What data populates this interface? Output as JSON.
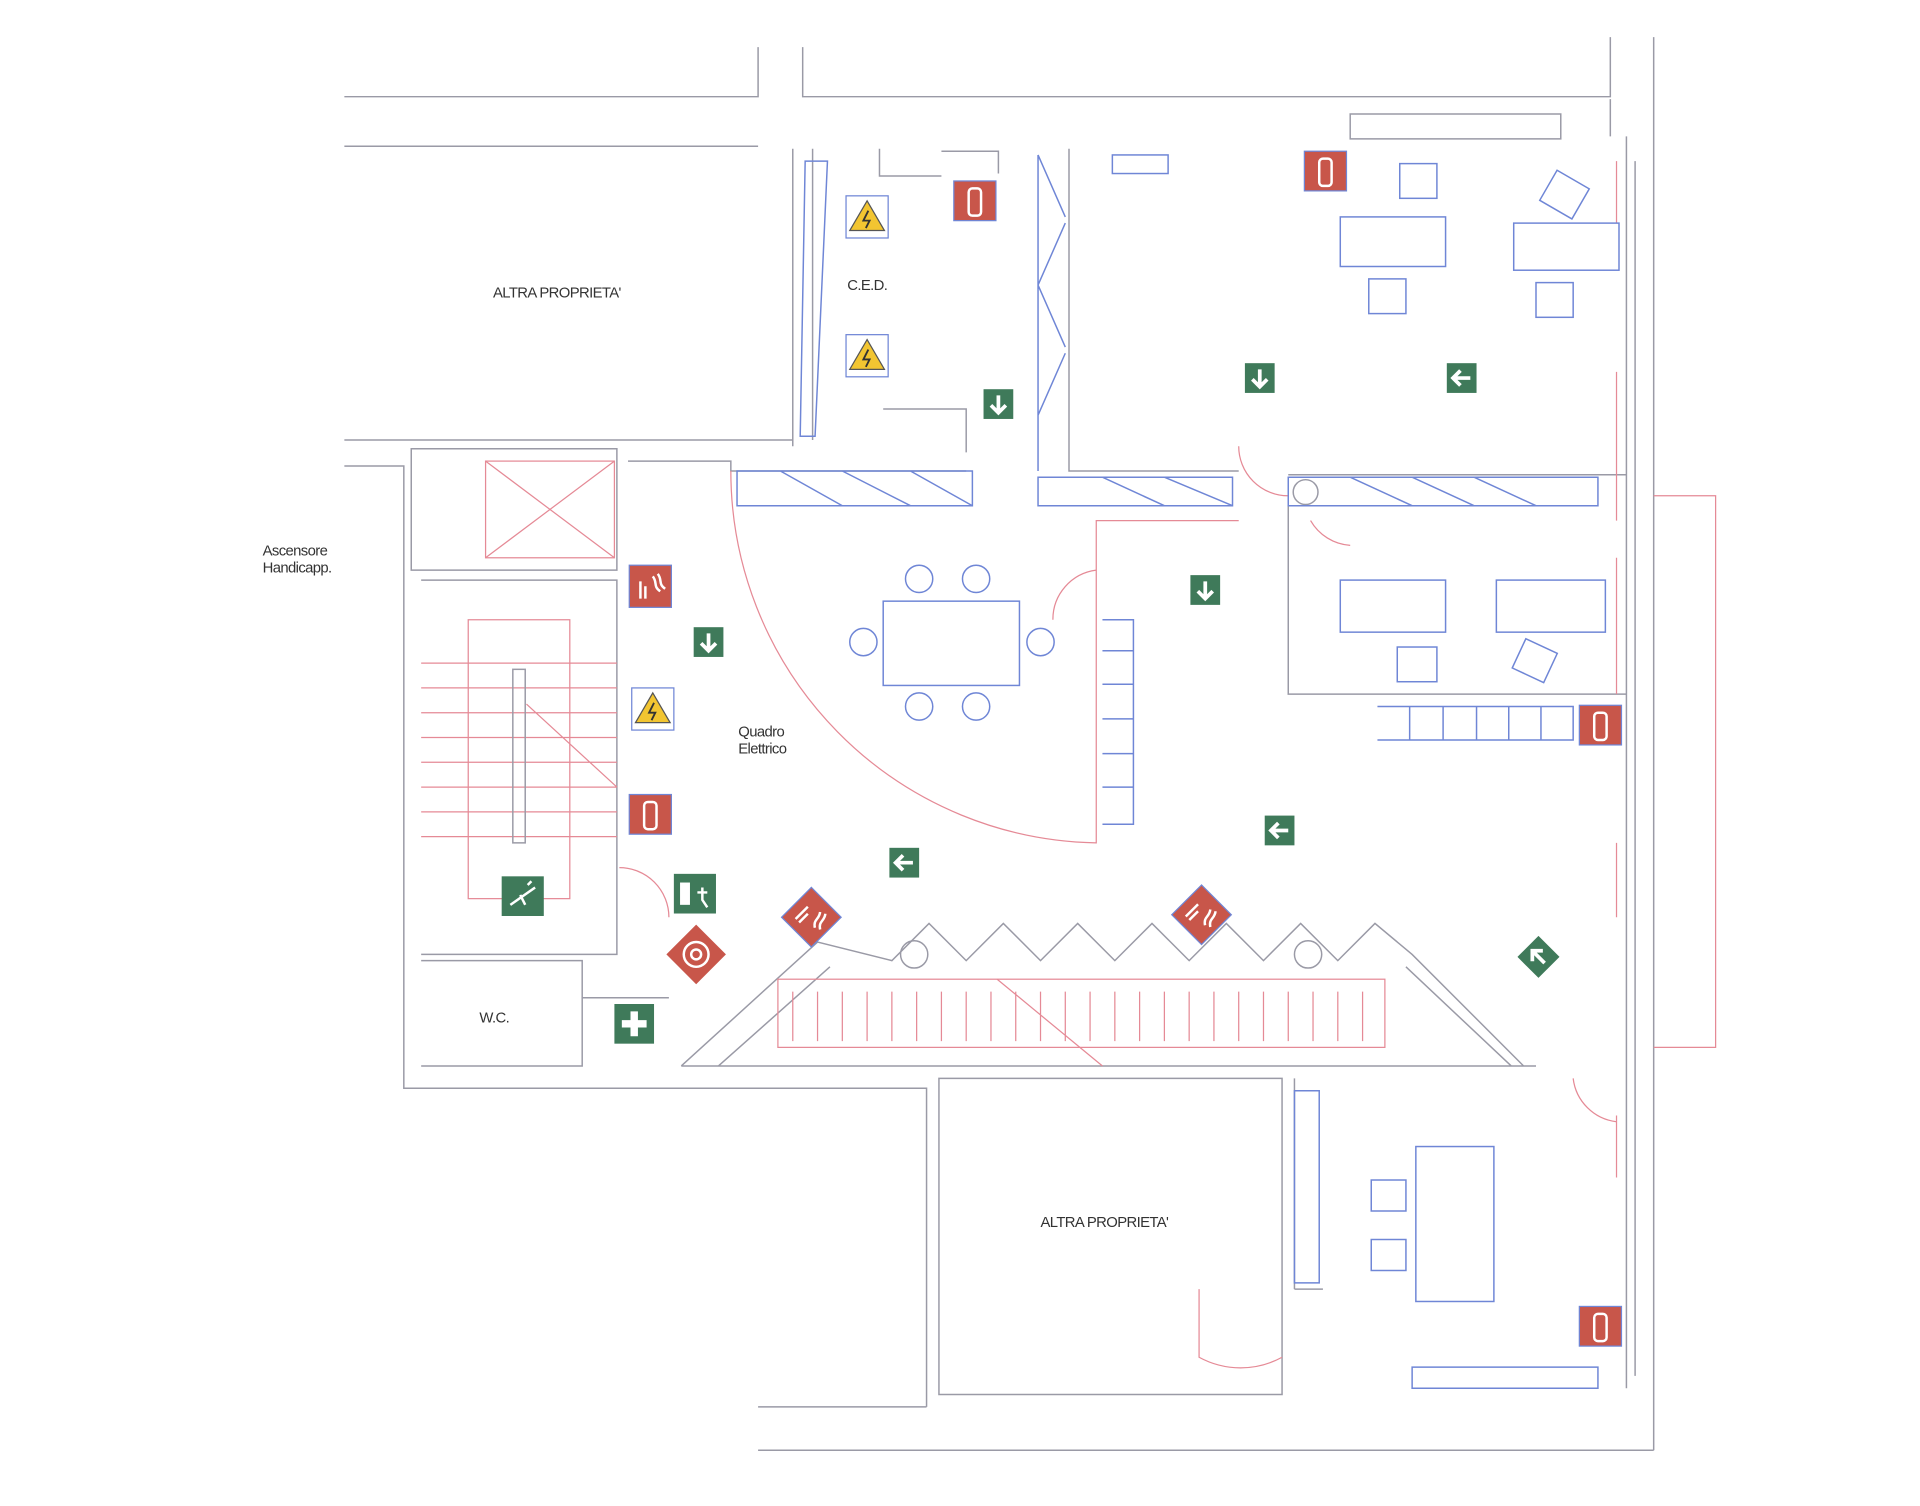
{
  "labels": {
    "altra_proprieta_top": "ALTRA PROPRIETA'",
    "ced": "C.E.D.",
    "ascensore_line1": "Ascensore",
    "ascensore_line2": "Handicapp.",
    "quadro_line1": "Quadro",
    "quadro_line2": "Elettrico",
    "wc": "W.C.",
    "altra_proprieta_bottom": "ALTRA PROPRIETA'"
  },
  "colors": {
    "wall": "#9a9aa6",
    "red_line": "#e58a96",
    "furniture": "#6f86d6",
    "exit_sign": "#3f7a5a",
    "fire_sign": "#c8564a",
    "warning_sign": "#f2c531"
  }
}
